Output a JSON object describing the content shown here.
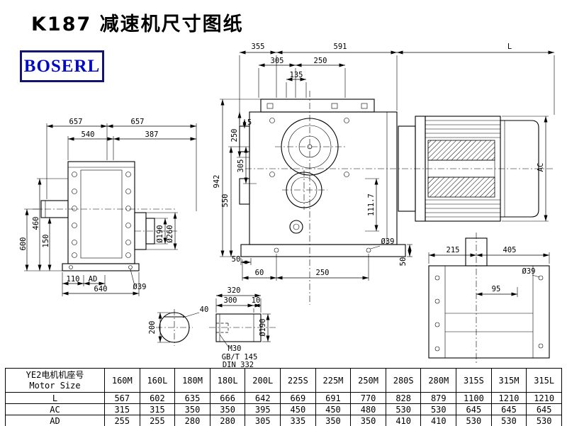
{
  "page": {
    "title": "K187 减速机尺寸图纸",
    "logo": "BOSERL"
  },
  "views": {
    "side": {
      "d657a": "657",
      "d657b": "657",
      "d540": "540",
      "d387": "387",
      "d600": "600",
      "d460": "460",
      "d150": "150",
      "d110": "110",
      "dAD": "AD",
      "d640": "640",
      "d39": "Ø39",
      "d190": "Ø190",
      "d260": "Ø260"
    },
    "front": {
      "d355": "355",
      "d591": "591",
      "d305t": "305",
      "d250t": "250",
      "d135": "135",
      "d942": "942",
      "d550": "550",
      "d250l": "250",
      "d5": "5",
      "d305l": "305",
      "d1117": "111.7",
      "d50l": "50",
      "d60": "60",
      "d250b": "250",
      "d50r": "50",
      "d39": "Ø39"
    },
    "motor": {
      "dL": "L",
      "dAC": "AC"
    },
    "foot": {
      "d215": "215",
      "d405": "405",
      "d95": "95",
      "d39": "Ø39"
    },
    "shaft_end": {
      "d200": "200",
      "d40": "40"
    },
    "shaft_detail": {
      "d320": "320",
      "d300": "300",
      "d10": "10",
      "thread": "M30",
      "std1": "GB/T 145",
      "std2": "DIN 332",
      "d190": "Ø190"
    }
  },
  "table": {
    "title_zh": "YE2电机机座号",
    "title_en": "Motor Size",
    "columns": [
      "160M",
      "160L",
      "180M",
      "180L",
      "200L",
      "225S",
      "225M",
      "250M",
      "280S",
      "280M",
      "315S",
      "315M",
      "315L"
    ],
    "rows": [
      {
        "label": "L",
        "values": [
          "567",
          "602",
          "635",
          "666",
          "642",
          "669",
          "691",
          "770",
          "828",
          "879",
          "1100",
          "1210",
          "1210"
        ]
      },
      {
        "label": "AC",
        "values": [
          "315",
          "315",
          "350",
          "350",
          "395",
          "450",
          "450",
          "480",
          "530",
          "530",
          "645",
          "645",
          "645"
        ]
      },
      {
        "label": "AD",
        "values": [
          "255",
          "255",
          "280",
          "280",
          "305",
          "335",
          "350",
          "350",
          "410",
          "410",
          "530",
          "530",
          "530"
        ]
      }
    ]
  },
  "colors": {
    "logo_text": "#0008c8",
    "logo_border": "#14146e",
    "line": "#000000"
  }
}
